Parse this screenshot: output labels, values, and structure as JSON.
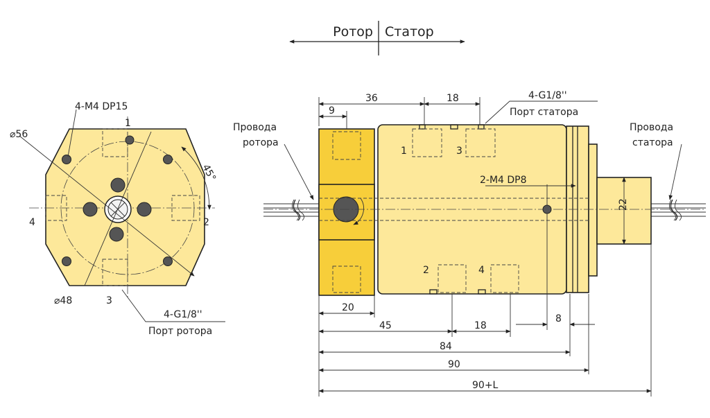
{
  "header": {
    "rotor": "Ротор",
    "stator": "Статор"
  },
  "colors": {
    "body": "#FDE89A",
    "rotor": "#F7CE3A",
    "line": "#222222"
  },
  "end_view": {
    "outer_dia": "⌀56",
    "bolt_circle": "⌀48",
    "screws": "4-M4 DP15",
    "angle": "45°",
    "port_note_1": "4-G1/8''",
    "port_note_2": "Порт ротора",
    "ports": [
      "1",
      "2",
      "3",
      "4"
    ]
  },
  "side_view": {
    "rotor_wires_1": "Провода",
    "rotor_wires_2": "ротора",
    "stator_wires_1": "Провода",
    "stator_wires_2": "статора",
    "stator_port_note_1": "4-G1/8''",
    "stator_port_note_2": "Порт статора",
    "m4_note": "2-M4 DP8",
    "ports": [
      "1",
      "3",
      "2",
      "4"
    ],
    "dims": {
      "d36": "36",
      "d9": "9",
      "d18_top": "18",
      "d20": "20",
      "d45": "45",
      "d18_bot": "18",
      "d8": "8",
      "d84": "84",
      "d90": "90",
      "d90L": "90+L",
      "d22": "22"
    }
  }
}
